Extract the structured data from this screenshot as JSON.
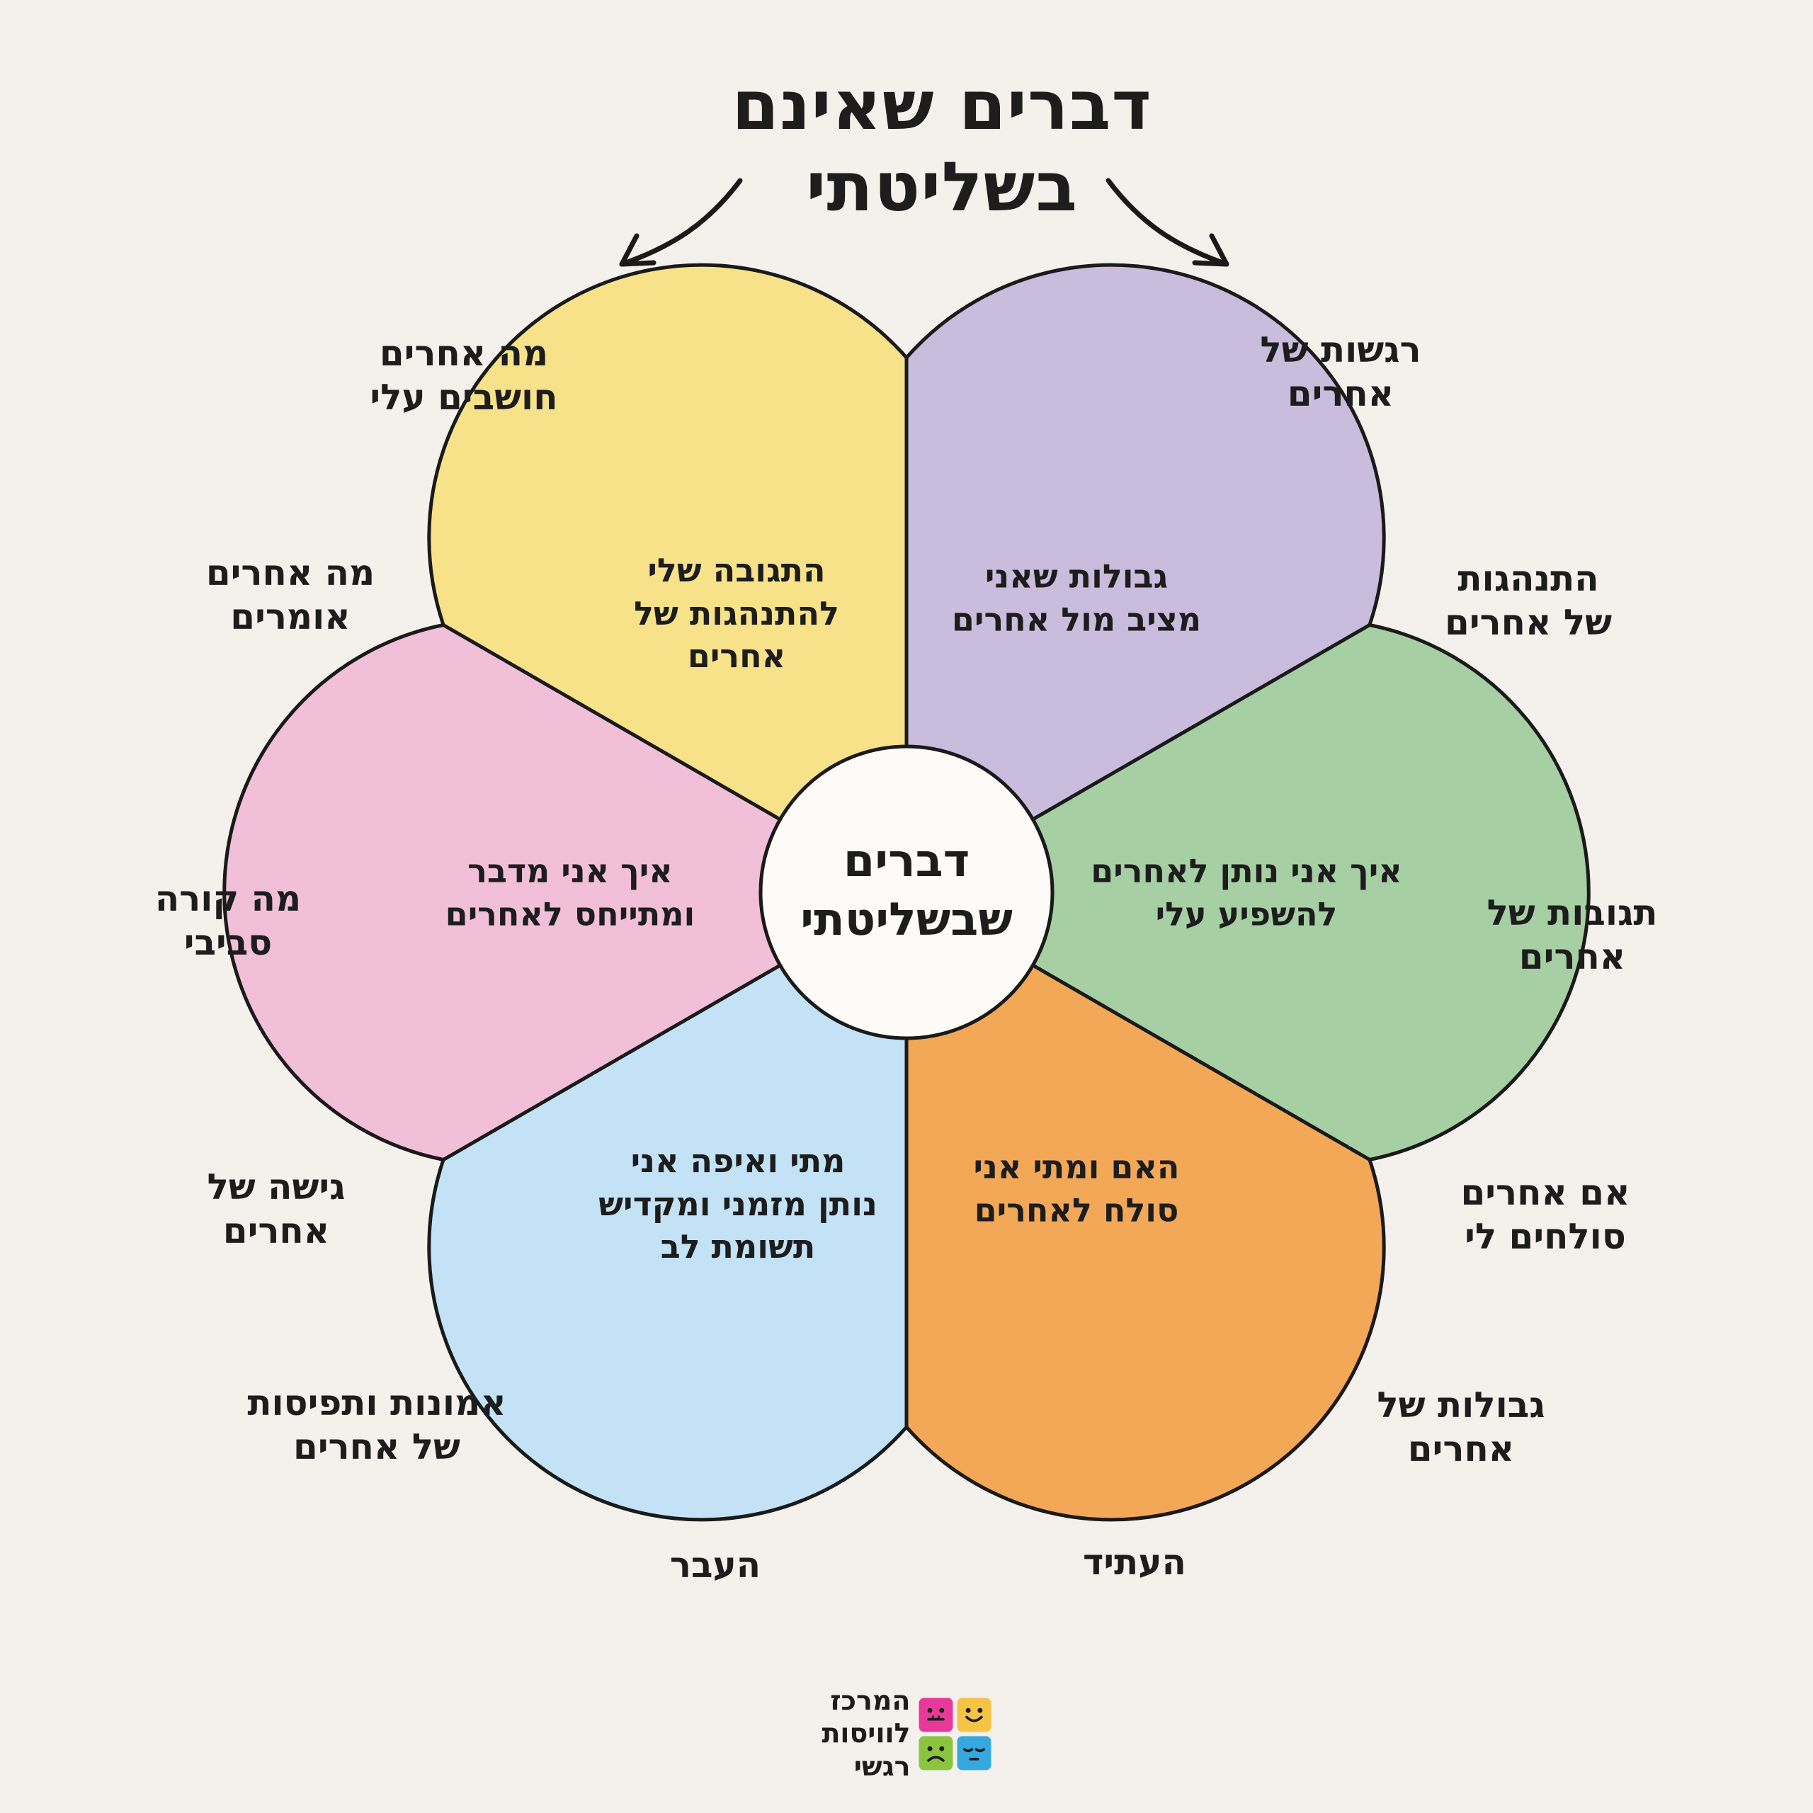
{
  "title": {
    "text": "דברים שאינם\nבשליטתי"
  },
  "center": {
    "text": "דברים\nשבשליטתי"
  },
  "flower": {
    "outline_color": "#1a1a1a",
    "petals": [
      {
        "name": "purple",
        "color": "#c9bcdc",
        "label": "גבולות שאני\nמציב מול אחרים"
      },
      {
        "name": "green",
        "color": "#a6cfa4",
        "label": "איך אני נותן לאחרים\nלהשפיע עלי"
      },
      {
        "name": "orange",
        "color": "#f2a857",
        "label": "האם ומתי אני\nסולח לאחרים"
      },
      {
        "name": "blue",
        "color": "#c3e2f5",
        "label": "מתי ואיפה אני\nנותן מזמני ומקדיש\nתשומת לב"
      },
      {
        "name": "pink",
        "color": "#f2bfd8",
        "label": "איך אני מדבר\nומתייחס לאחרים"
      },
      {
        "name": "yellow",
        "color": "#f7e28a",
        "label": "התגובה שלי\nלהתנהגות של\nאחרים"
      }
    ]
  },
  "outer_labels": [
    {
      "text": "מה אחרים\nחושבים עלי"
    },
    {
      "text": "רגשות של\nאחרים"
    },
    {
      "text": "מה אחרים\nאומרים"
    },
    {
      "text": "התנהגות\nשל אחרים"
    },
    {
      "text": "מה קורה\nסביבי"
    },
    {
      "text": "תגובות של\nאחרים"
    },
    {
      "text": "גישה של\nאחרים"
    },
    {
      "text": "אם אחרים\nסולחים לי"
    },
    {
      "text": "אמונות ותפיסות\nשל אחרים"
    },
    {
      "text": "גבולות של\nאחרים"
    },
    {
      "text": "העבר"
    },
    {
      "text": "העתיד"
    }
  ],
  "logo": {
    "text": "המרכז\nלוויסות\nרגשי",
    "squares": [
      {
        "name": "pink",
        "color": "#e8399a"
      },
      {
        "name": "yellow",
        "color": "#f6c445"
      },
      {
        "name": "green",
        "color": "#8bc53f"
      },
      {
        "name": "blue",
        "color": "#35a8e0"
      }
    ]
  },
  "colors": {
    "background": "#f4f0eb",
    "ink": "#1d1d1d"
  }
}
